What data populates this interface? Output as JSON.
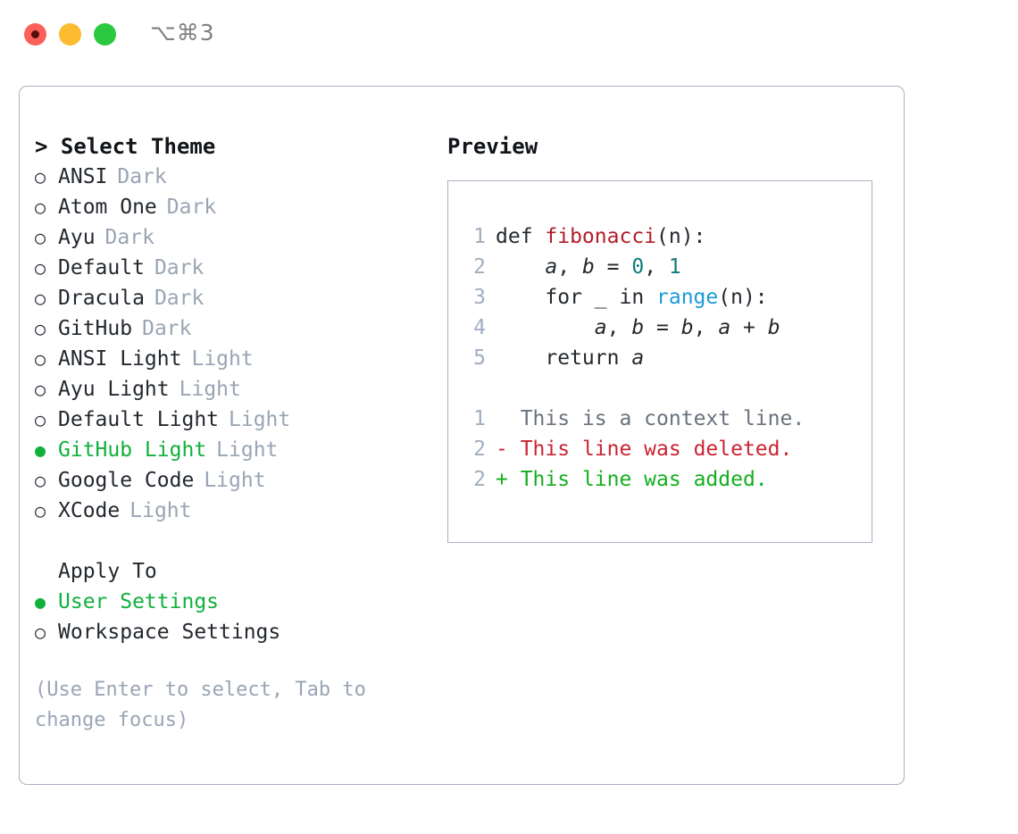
{
  "titlebar": {
    "shortcut": "⌥⌘3",
    "buttons": [
      {
        "name": "close",
        "color": "#fc6058"
      },
      {
        "name": "minimize",
        "color": "#fdbc2f"
      },
      {
        "name": "maximize",
        "color": "#2bc940"
      }
    ]
  },
  "theme_picker": {
    "header": "> Select Theme",
    "bullet_unselected": "○",
    "bullet_selected": "●",
    "options": [
      {
        "label": "ANSI",
        "tag": "Dark",
        "selected": false
      },
      {
        "label": "Atom One",
        "tag": "Dark",
        "selected": false
      },
      {
        "label": "Ayu",
        "tag": "Dark",
        "selected": false
      },
      {
        "label": "Default",
        "tag": "Dark",
        "selected": false
      },
      {
        "label": "Dracula",
        "tag": "Dark",
        "selected": false
      },
      {
        "label": "GitHub",
        "tag": "Dark",
        "selected": false
      },
      {
        "label": "ANSI Light",
        "tag": "Light",
        "selected": false
      },
      {
        "label": "Ayu Light",
        "tag": "Light",
        "selected": false
      },
      {
        "label": "Default Light",
        "tag": "Light",
        "selected": false
      },
      {
        "label": "GitHub Light",
        "tag": "Light",
        "selected": true
      },
      {
        "label": "Google Code",
        "tag": "Light",
        "selected": false
      },
      {
        "label": "XCode",
        "tag": "Light",
        "selected": false
      }
    ]
  },
  "apply_to": {
    "header": "Apply To",
    "options": [
      {
        "label": "User Settings",
        "selected": true
      },
      {
        "label": "Workspace Settings",
        "selected": false
      }
    ]
  },
  "hint": "(Use Enter to select, Tab to change focus)",
  "preview": {
    "header": "Preview",
    "code_lines": [
      {
        "no": "1",
        "tokens": [
          {
            "text": "def ",
            "type": "plain"
          },
          {
            "text": "fibonacci",
            "type": "fn"
          },
          {
            "text": "(n):",
            "type": "plain"
          }
        ]
      },
      {
        "no": "2",
        "tokens": [
          {
            "text": "    ",
            "type": "plain"
          },
          {
            "text": "a",
            "type": "var"
          },
          {
            "text": ", ",
            "type": "plain"
          },
          {
            "text": "b",
            "type": "var"
          },
          {
            "text": " = ",
            "type": "plain"
          },
          {
            "text": "0",
            "type": "num"
          },
          {
            "text": ", ",
            "type": "plain"
          },
          {
            "text": "1",
            "type": "num"
          }
        ]
      },
      {
        "no": "3",
        "tokens": [
          {
            "text": "    for _ in ",
            "type": "plain"
          },
          {
            "text": "range",
            "type": "call"
          },
          {
            "text": "(n):",
            "type": "plain"
          }
        ]
      },
      {
        "no": "4",
        "tokens": [
          {
            "text": "        ",
            "type": "plain"
          },
          {
            "text": "a",
            "type": "var"
          },
          {
            "text": ", ",
            "type": "plain"
          },
          {
            "text": "b",
            "type": "var"
          },
          {
            "text": " = ",
            "type": "plain"
          },
          {
            "text": "b",
            "type": "var"
          },
          {
            "text": ", ",
            "type": "plain"
          },
          {
            "text": "a",
            "type": "var"
          },
          {
            "text": " + ",
            "type": "plain"
          },
          {
            "text": "b",
            "type": "var"
          }
        ]
      },
      {
        "no": "5",
        "tokens": [
          {
            "text": "    return ",
            "type": "plain"
          },
          {
            "text": "a",
            "type": "var"
          }
        ]
      }
    ],
    "diff_lines": [
      {
        "no": "1",
        "marker": "  ",
        "text": "This is a context line.",
        "type": "context"
      },
      {
        "no": "2",
        "marker": "- ",
        "text": "This line was deleted.",
        "type": "deleted"
      },
      {
        "no": "2",
        "marker": "+ ",
        "text": "This line was added.",
        "type": "added"
      }
    ]
  },
  "colors": {
    "selected_green": "#11b03c",
    "tag_grey": "#9aa5b4",
    "lineno_grey": "#a0aec0",
    "code_fg": "#24292e",
    "fn_red": "#b31d28",
    "num_teal": "#0e7c7b",
    "call_blue": "#1b9bd8",
    "diff_del_red": "#cb2431",
    "diff_add_green": "#14ae1f",
    "border": "#a7b2c1"
  }
}
